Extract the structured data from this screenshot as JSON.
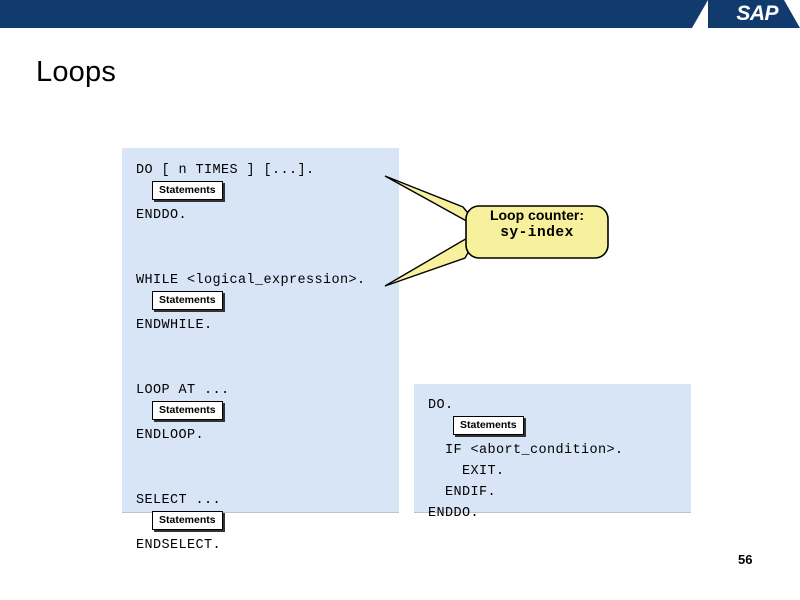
{
  "header": {
    "brand": "SAP",
    "banner_color": "#123B6D"
  },
  "slide": {
    "title": "Loops",
    "page_number": "56",
    "code_block_color": "#D7E5F7",
    "callout_color": "#F7F09C"
  },
  "code_blocks": [
    {
      "id": "left",
      "lines": [
        {
          "type": "code",
          "text": "DO [ n TIMES ] [...]."
        },
        {
          "type": "statements",
          "text": "Statements",
          "indent": 1
        },
        {
          "type": "code",
          "text": "ENDDO."
        },
        {
          "type": "blank",
          "text": ""
        },
        {
          "type": "blank",
          "text": ""
        },
        {
          "type": "code",
          "text": "WHILE <logical_expression>."
        },
        {
          "type": "statements",
          "text": "Statements",
          "indent": 1
        },
        {
          "type": "code",
          "text": "ENDWHILE."
        },
        {
          "type": "blank",
          "text": ""
        },
        {
          "type": "blank",
          "text": ""
        },
        {
          "type": "code",
          "text": "LOOP AT ..."
        },
        {
          "type": "statements",
          "text": "Statements",
          "indent": 1
        },
        {
          "type": "code",
          "text": "ENDLOOP."
        },
        {
          "type": "blank",
          "text": ""
        },
        {
          "type": "blank",
          "text": ""
        },
        {
          "type": "code",
          "text": "SELECT ..."
        },
        {
          "type": "statements",
          "text": "Statements",
          "indent": 1
        },
        {
          "type": "code",
          "text": "ENDSELECT."
        }
      ]
    },
    {
      "id": "right",
      "lines": [
        {
          "type": "code",
          "text": "DO."
        },
        {
          "type": "statements",
          "text": "Statements",
          "indent": 2
        },
        {
          "type": "code",
          "text": "  IF <abort_condition>."
        },
        {
          "type": "code",
          "text": "    EXIT."
        },
        {
          "type": "code",
          "text": "  ENDIF."
        },
        {
          "type": "code",
          "text": "ENDDO."
        }
      ]
    }
  ],
  "callout": {
    "line1": "Loop counter:",
    "line2": "sy-index"
  }
}
